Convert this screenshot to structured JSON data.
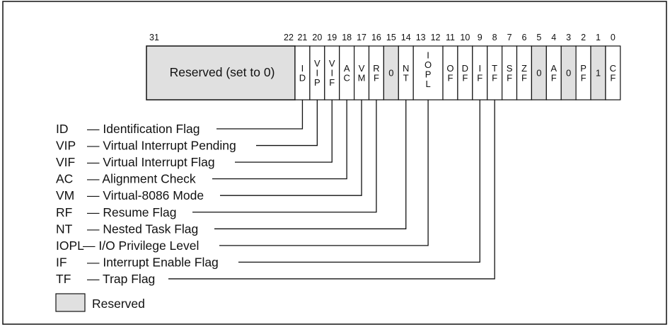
{
  "reserved_field_label": "Reserved (set to 0)",
  "bit_numbers": [
    "31",
    "22",
    "21",
    "20",
    "19",
    "18",
    "17",
    "16",
    "15",
    "14",
    "13",
    "12",
    "11",
    "10",
    "9",
    "8",
    "7",
    "6",
    "5",
    "4",
    "3",
    "2",
    "1",
    "0"
  ],
  "cells": [
    {
      "chars": [
        "I",
        "D"
      ],
      "reserved": false
    },
    {
      "chars": [
        "V",
        "I",
        "P"
      ],
      "reserved": false
    },
    {
      "chars": [
        "V",
        "I",
        "F"
      ],
      "reserved": false
    },
    {
      "chars": [
        "A",
        "C"
      ],
      "reserved": false
    },
    {
      "chars": [
        "V",
        "M"
      ],
      "reserved": false
    },
    {
      "chars": [
        "R",
        "F"
      ],
      "reserved": false
    },
    {
      "chars": [
        "0"
      ],
      "reserved": true
    },
    {
      "chars": [
        "N",
        "T"
      ],
      "reserved": false
    },
    {
      "chars": [
        "I",
        "O",
        "P",
        "L"
      ],
      "reserved": false
    },
    {
      "chars": [
        "O",
        "F"
      ],
      "reserved": false
    },
    {
      "chars": [
        "D",
        "F"
      ],
      "reserved": false
    },
    {
      "chars": [
        "I",
        "F"
      ],
      "reserved": false
    },
    {
      "chars": [
        "T",
        "F"
      ],
      "reserved": false
    },
    {
      "chars": [
        "S",
        "F"
      ],
      "reserved": false
    },
    {
      "chars": [
        "Z",
        "F"
      ],
      "reserved": false
    },
    {
      "chars": [
        "0"
      ],
      "reserved": true
    },
    {
      "chars": [
        "A",
        "F"
      ],
      "reserved": false
    },
    {
      "chars": [
        "0"
      ],
      "reserved": true
    },
    {
      "chars": [
        "P",
        "F"
      ],
      "reserved": false
    },
    {
      "chars": [
        "1"
      ],
      "reserved": true
    },
    {
      "chars": [
        "C",
        "F"
      ],
      "reserved": false
    }
  ],
  "legend": [
    {
      "abbr": "ID",
      "text": "— Identification Flag"
    },
    {
      "abbr": "VIP",
      "text": "— Virtual Interrupt Pending"
    },
    {
      "abbr": "VIF",
      "text": "— Virtual Interrupt Flag"
    },
    {
      "abbr": "AC",
      "text": "— Alignment Check"
    },
    {
      "abbr": "VM",
      "text": "— Virtual-8086 Mode"
    },
    {
      "abbr": "RF",
      "text": "— Resume Flag"
    },
    {
      "abbr": "NT",
      "text": "— Nested Task Flag"
    },
    {
      "abbr": "IOPL",
      "text": "— I/O Privilege Level"
    },
    {
      "abbr": "IF",
      "text": "— Interrupt Enable Flag"
    },
    {
      "abbr": "TF",
      "text": "— Trap Flag"
    }
  ],
  "reserved_key_label": "Reserved",
  "colors": {
    "reserved_fill": "#e0e0e0",
    "line": "#111111",
    "background": "#ffffff"
  }
}
